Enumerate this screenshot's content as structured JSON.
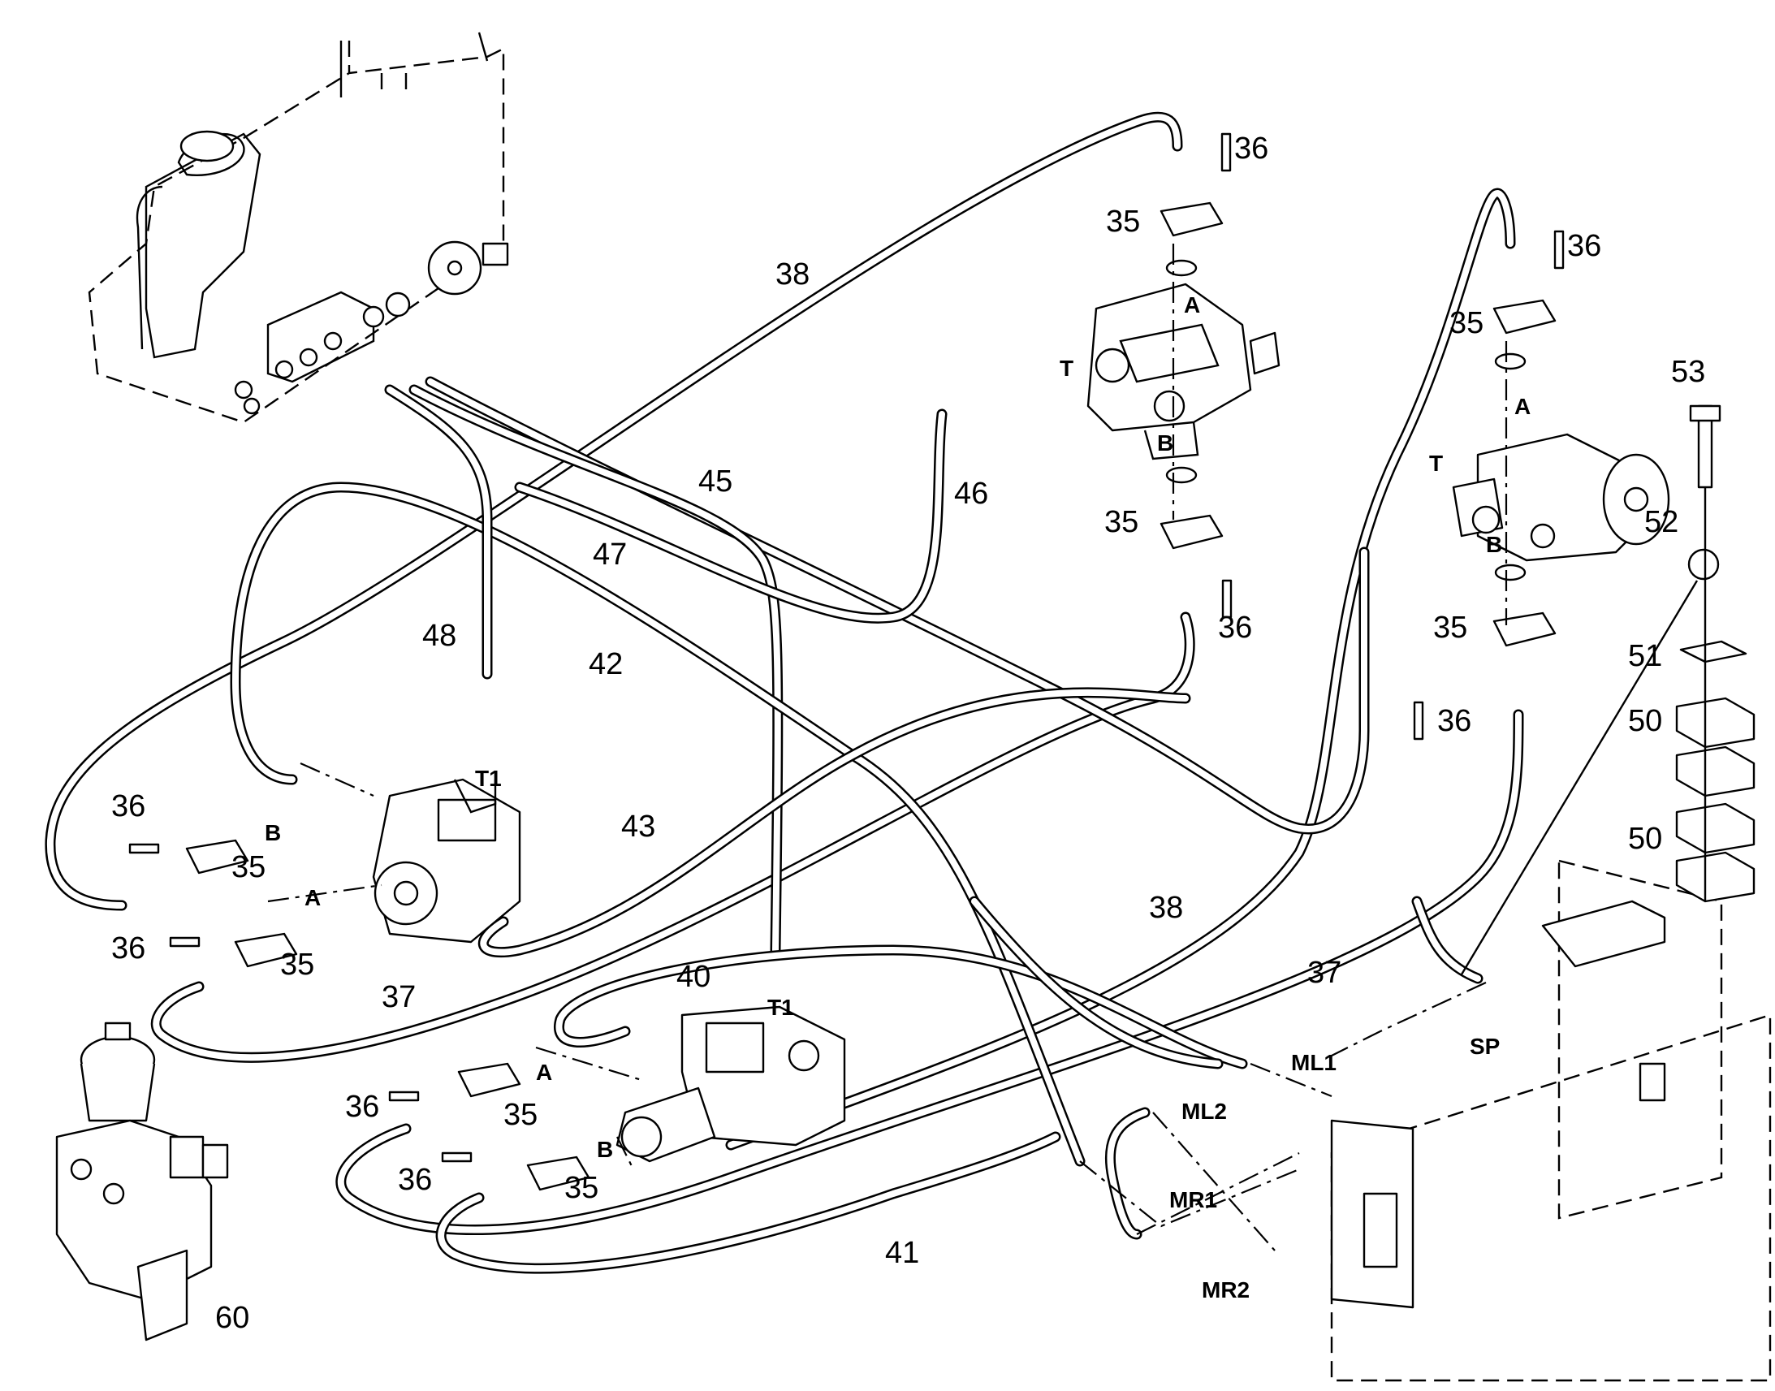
{
  "callouts": {
    "c35a": "35",
    "c36a": "36",
    "c38a": "38",
    "c35b": "35",
    "c36b": "36",
    "c53": "53",
    "c45": "45",
    "c46": "46",
    "c47": "47",
    "c35c": "35",
    "c52": "52",
    "c48": "48",
    "c36c": "36",
    "c35d": "35",
    "c42": "42",
    "c51": "51",
    "c36d": "36",
    "c50a": "50",
    "c36e": "36",
    "c43": "43",
    "c50b": "50",
    "c35e": "35",
    "c38b": "38",
    "c36f": "36",
    "c35f": "35",
    "c37a": "37",
    "c40": "40",
    "c37b": "37",
    "c36g": "36",
    "c35g": "35",
    "c36h": "36",
    "c35h": "35",
    "c41": "41",
    "c60": "60"
  },
  "ports": {
    "a1": "A",
    "t1": "T",
    "b1": "B",
    "a2": "A",
    "t2": "T",
    "b2": "B",
    "t1a": "T1",
    "ba": "B",
    "aa": "A",
    "t1b": "T1",
    "ab": "A",
    "bb": "B",
    "ml1": "ML1",
    "ml2": "ML2",
    "sp": "SP",
    "mr1": "MR1",
    "mr2": "MR2"
  }
}
